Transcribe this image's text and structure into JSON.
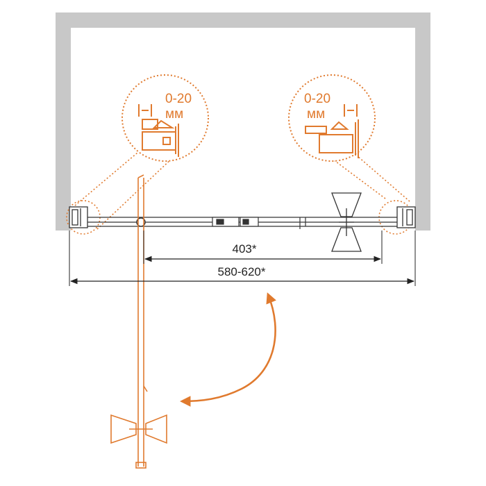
{
  "detail_left": {
    "range_label": "0-20",
    "unit_label": "мм"
  },
  "detail_right": {
    "range_label": "0-20",
    "unit_label": "мм"
  },
  "dimensions": {
    "opening_width": "403*",
    "total_width": "580-620*"
  },
  "colors": {
    "wall": "#c8c8c8",
    "accent": "#e07a2e",
    "line": "#222222",
    "background": "#ffffff"
  },
  "icons": {
    "left_detail": "wall-profile-detail-icon",
    "right_detail": "wall-profile-detail-icon",
    "handle_closed": "handle-icon",
    "handle_open": "handle-icon",
    "swing_arrow": "curved-double-arrow-icon"
  }
}
